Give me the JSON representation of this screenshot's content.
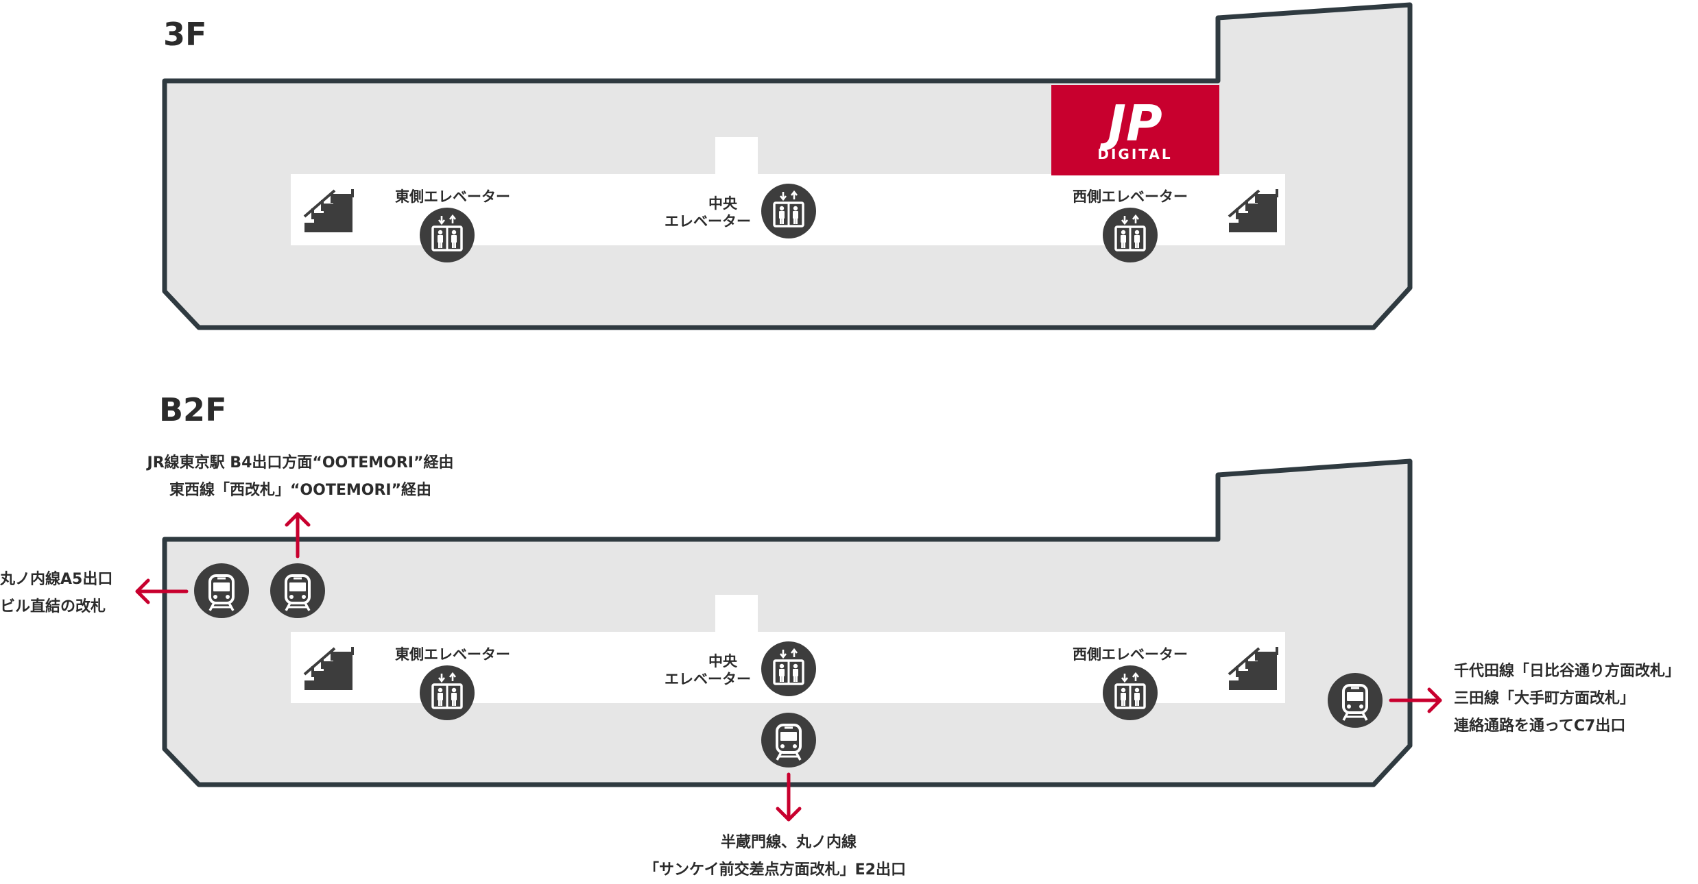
{
  "floors": {
    "f3": {
      "label": "3F",
      "elevator_east": "東側エレベーター",
      "elevator_central_line1": "中央",
      "elevator_central_line2": "エレベーター",
      "elevator_west": "西側エレベーター",
      "logo": {
        "text": "JP",
        "sub": "DIGITAL",
        "color": "#c8002e"
      }
    },
    "b2": {
      "label": "B2F",
      "elevator_east": "東側エレベーター",
      "elevator_central_line1": "中央",
      "elevator_central_line2": "エレベーター",
      "elevator_west": "西側エレベーター"
    }
  },
  "exits": {
    "north_line1": "JR線東京駅 B4出口方面“OOTEMORI”経由",
    "north_line2": "東西線「西改札」“OOTEMORI”経由",
    "west_line1": "丸ノ内線A5出口",
    "west_line2": "ビル直結の改札",
    "east_line1": "千代田線「日比谷通り方面改札」",
    "east_line2": "三田線「大手町方面改札」",
    "east_line3": "連絡通路を通ってC7出口",
    "south_line1": "半蔵門線、丸ノ内線",
    "south_line2": "「サンケイ前交差点方面改札」E2出口"
  },
  "icons": {
    "elevator": "elevator-icon",
    "stairs": "stairs-icon",
    "train": "train-icon",
    "arrow": "arrow-icon"
  },
  "colors": {
    "floor_fill": "#e6e6e6",
    "outline": "#2f3a40",
    "corridor": "#ffffff",
    "icon_circle": "#3d3d3d",
    "arrow": "#c8002e",
    "stairs": "#3d3d3d"
  }
}
